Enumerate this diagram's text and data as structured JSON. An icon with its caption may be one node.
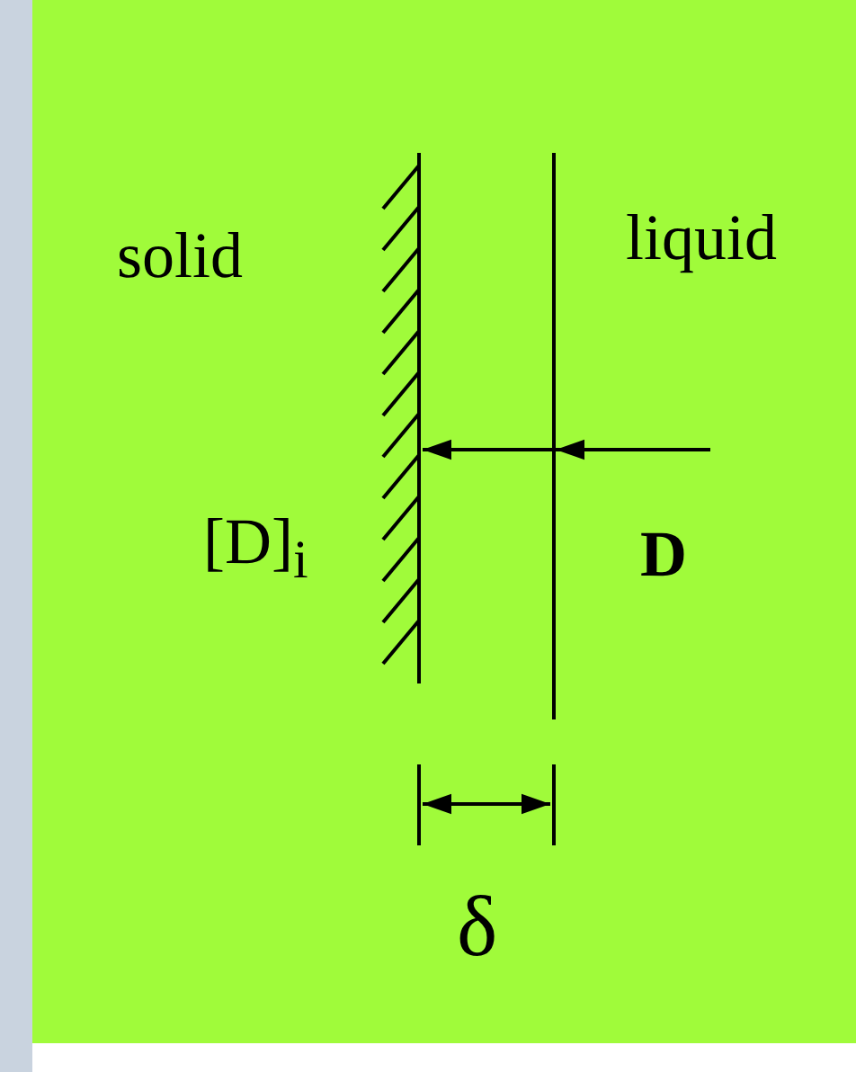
{
  "diagram": {
    "labels": [
      "solid",
      "liquid",
      "[D]$_{i}$",
      "D",
      "δ"
    ]
  }
}
